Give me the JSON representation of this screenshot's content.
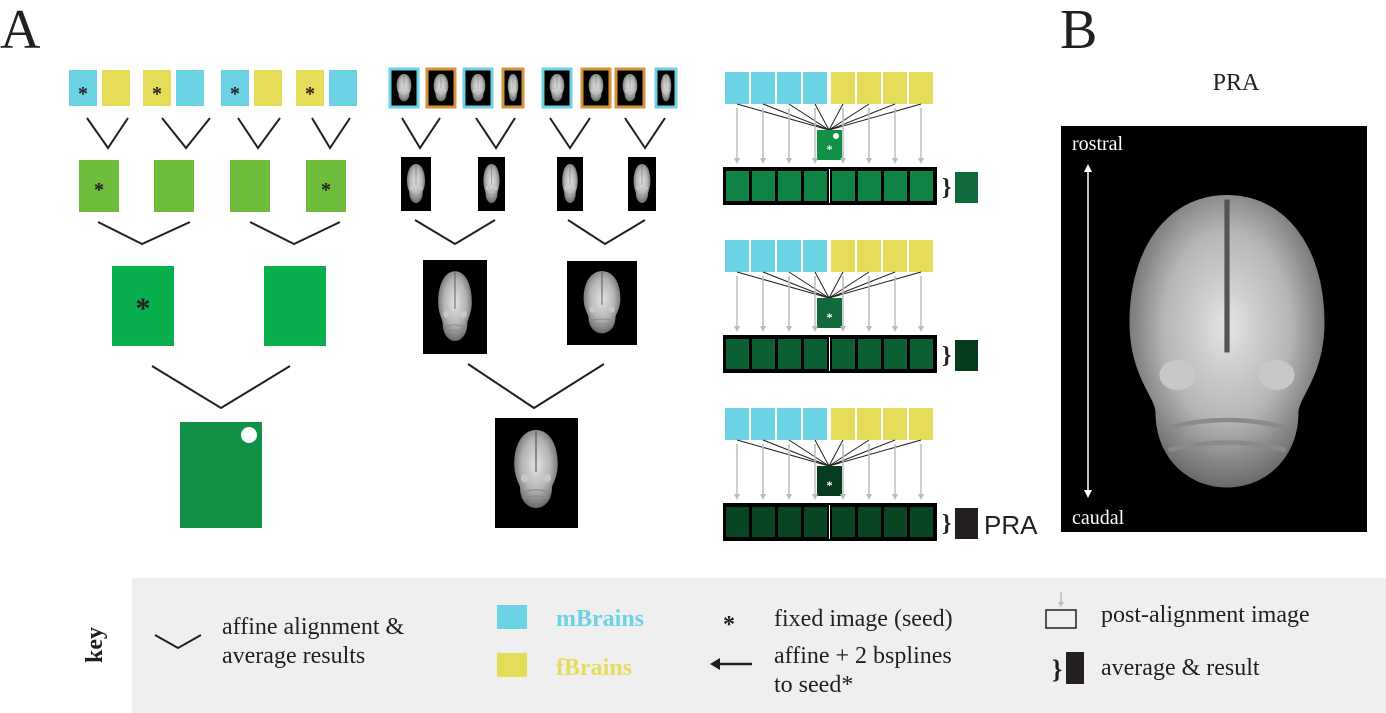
{
  "panels": {
    "a_label": "A",
    "b_label": "B"
  },
  "colors": {
    "m": "#6cd3e4",
    "f": "#e5dc59",
    "green_small": "#6ebc3b",
    "green_mid": "#0aaf4d",
    "green_final": "#109147",
    "row1": "#0e8343",
    "row2": "#0b5f32",
    "row3": "#0a4523",
    "avg1": "#106a3c",
    "avg2": "#063b1e",
    "avg3": "#231f20",
    "key_bg": "#efefef",
    "thumb_m_border": "#6cd3e4",
    "thumb_f_border": "#d7923c"
  },
  "tree": {
    "seed_marker": "*",
    "leaves": [
      {
        "group": "m",
        "seed": true
      },
      {
        "group": "f",
        "seed": false
      },
      {
        "group": "f",
        "seed": true
      },
      {
        "group": "m",
        "seed": false
      },
      {
        "group": "m",
        "seed": true
      },
      {
        "group": "f",
        "seed": false
      },
      {
        "group": "f",
        "seed": true
      },
      {
        "group": "m",
        "seed": false
      }
    ],
    "level1_seed": [
      true,
      false,
      false,
      true
    ],
    "level2_seed": [
      true,
      false
    ]
  },
  "thumbs": {
    "borders": [
      "m",
      "f",
      "m",
      "f",
      "m",
      "f",
      "f",
      "m"
    ]
  },
  "iterations": [
    {
      "inputs": [
        "m",
        "m",
        "m",
        "m",
        "f",
        "f",
        "f",
        "f"
      ],
      "fixed": "green_final",
      "fixed_dot": true,
      "row": "row1",
      "avg": "avg1",
      "result_label": ""
    },
    {
      "inputs": [
        "m",
        "m",
        "m",
        "m",
        "f",
        "f",
        "f",
        "f"
      ],
      "fixed": "avg1",
      "fixed_dot": false,
      "row": "row2",
      "avg": "avg2",
      "result_label": ""
    },
    {
      "inputs": [
        "m",
        "m",
        "m",
        "m",
        "f",
        "f",
        "f",
        "f"
      ],
      "fixed": "avg2",
      "fixed_dot": false,
      "row": "row3",
      "avg": "avg3",
      "result_label": "PRA"
    }
  ],
  "iter_marker": "*",
  "brace": "}",
  "panel_b": {
    "title": "PRA",
    "top_label": "rostral",
    "bottom_label": "caudal"
  },
  "key": {
    "title": "key",
    "affine_line1": "affine alignment &",
    "affine_line2": "average results",
    "m_label": "mBrains",
    "f_label": "fBrains",
    "seed_symbol": "*",
    "seed_label": "fixed image (seed)",
    "arrow_line1": "affine + 2 bsplines",
    "arrow_line2": "to seed*",
    "post_label": "post-alignment image",
    "brace_symbol": "}",
    "avg_label": "average & result"
  }
}
